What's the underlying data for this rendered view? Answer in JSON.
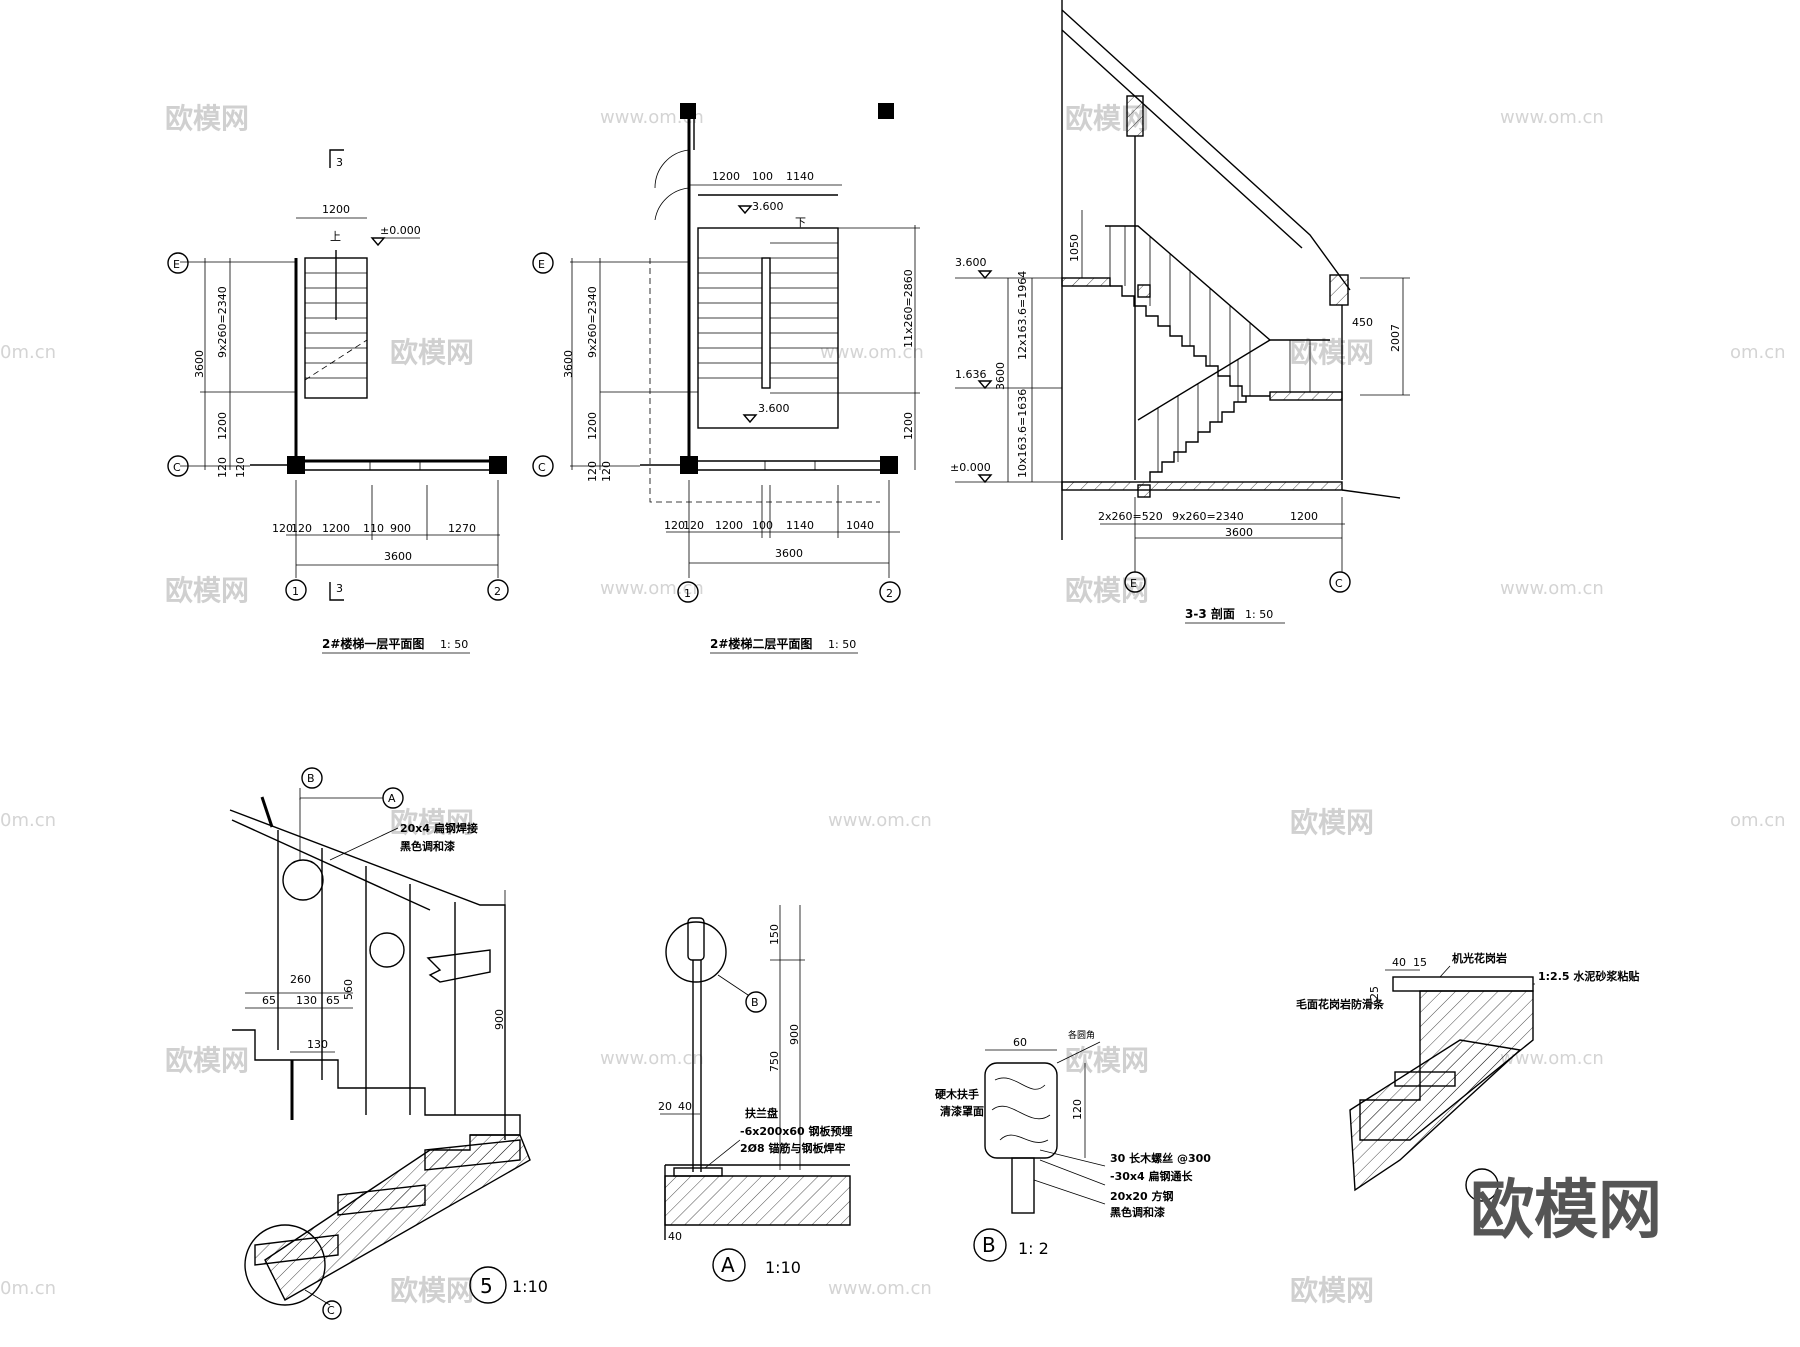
{
  "watermarks": {
    "cn": "欧模网",
    "url": "www.om.cn",
    "url_short": "om.cn",
    "url_left": "0m.cn",
    "logo": "欧模网"
  },
  "plan1": {
    "title": "2#楼梯一层平面图",
    "scale": "1: 50",
    "section_mark": "3",
    "up_label": "上",
    "elev": "±0.000",
    "axis_e": "E",
    "axis_c": "C",
    "axis_1": "1",
    "axis_2": "2",
    "dim_top": "1200",
    "dim_left_total": "3600",
    "dim_left_run": "9x260=2340",
    "dim_left_land": "1200",
    "dim_left_120a": "120",
    "dim_left_120b": "120",
    "dim_bottom_segments": [
      "120",
      "120",
      "1200",
      "110",
      "900",
      "1270"
    ],
    "dim_bottom_total": "3600"
  },
  "plan2": {
    "title": "2#楼梯二层平面图",
    "scale": "1: 50",
    "down_label": "下",
    "elev_top": "3.600",
    "elev_mid": "3.600",
    "axis_e": "E",
    "axis_c": "C",
    "axis_1": "1",
    "axis_2": "2",
    "dim_top": [
      "1200",
      "100",
      "1140"
    ],
    "dim_left_total": "3600",
    "dim_left_run": "9x260=2340",
    "dim_left_land": "1200",
    "dim_left_120a": "120",
    "dim_left_120b": "120",
    "dim_right_run": "11x260=2860",
    "dim_right_land": "1200",
    "dim_bottom_segments": [
      "120",
      "120",
      "1200",
      "100",
      "1140",
      "1040"
    ],
    "dim_bottom_total": "3600"
  },
  "section": {
    "title": "3-3 剖面",
    "scale": "1: 50",
    "elev_top": "3.600",
    "elev_mid": "1.636",
    "elev_base": "±0.000",
    "dim_rail": "1050",
    "dim_upper": "12x163.6=1964",
    "dim_total": "3600",
    "dim_lower": "10x163.6=1636",
    "dim_right_a": "450",
    "dim_right_b": "2007",
    "dim_bottom_a": "2x260=520",
    "dim_bottom_b": "9x260=2340",
    "dim_bottom_c": "1200",
    "dim_bottom_total": "3600",
    "axis_e": "E",
    "axis_c": "C"
  },
  "detail5": {
    "mark": "5",
    "scale": "1:10",
    "ref_b": "B",
    "ref_a": "A",
    "ref_c": "C",
    "note1": "20x4 扁钢焊接",
    "note2": "黑色调和漆",
    "dim_900": "900",
    "dim_260": "260",
    "dim_65a": "65",
    "dim_130": "130",
    "dim_65b": "65",
    "dim_560": "560",
    "dim_130b": "130"
  },
  "detailA": {
    "mark": "A",
    "scale": "1:10",
    "ref_b": "B",
    "dim_150": "150",
    "dim_750": "750",
    "dim_900": "900",
    "dim_20": "20",
    "dim_40": "40",
    "dim_40b": "40",
    "note1": "扶兰盘",
    "note2": "-6x200x60 钢板预埋",
    "note3": "2Ø8 锚筋与钢板焊牢"
  },
  "detailB": {
    "mark": "B",
    "scale": "1: 2",
    "dim_60": "60",
    "dim_120": "120",
    "note_top": "各圆角",
    "note_wood1": "硬木扶手",
    "note_wood2": "清漆罩面",
    "note1": "30 长木螺丝 @300",
    "note2": "-30x4 扁钢通长",
    "note3": "20x20 方钢",
    "note4": "黑色调和漆"
  },
  "detailC": {
    "dim_40": "40",
    "dim_15": "15",
    "dim_25": "25",
    "note1": "机光花岗岩",
    "note2": "1:2.5 水泥砂浆粘贴",
    "note3": "毛面花岗岩防滑条"
  }
}
